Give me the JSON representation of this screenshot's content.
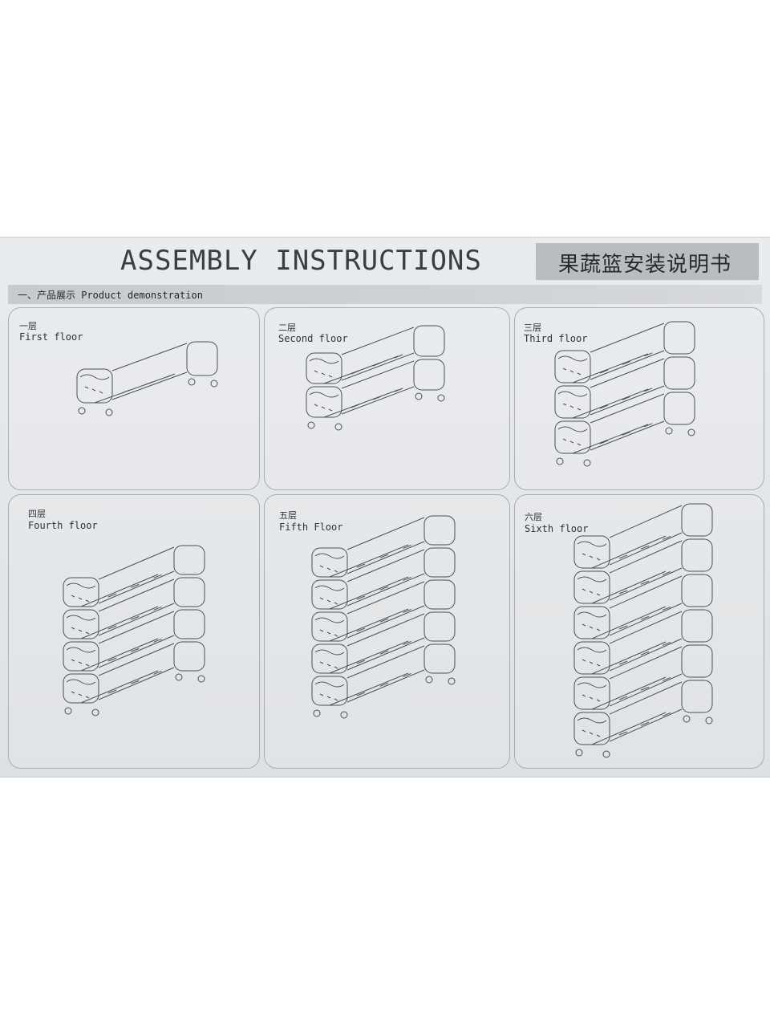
{
  "header": {
    "title_en": "ASSEMBLY INSTRUCTIONS",
    "title_cn": "果蔬篮安装说明书"
  },
  "section": {
    "title": "一、产品展示 Product demonstration"
  },
  "panels": [
    {
      "label_cn": "一层",
      "label_en": "First floor",
      "tiers": 1
    },
    {
      "label_cn": "二层",
      "label_en": "Second floor",
      "tiers": 2
    },
    {
      "label_cn": "三层",
      "label_en": "Third floor",
      "tiers": 3
    },
    {
      "label_cn": "四层",
      "label_en": "Fourth floor",
      "tiers": 4
    },
    {
      "label_cn": "五层",
      "label_en": "Fifth Floor",
      "tiers": 5
    },
    {
      "label_cn": "六层",
      "label_en": "Sixth floor",
      "tiers": 6
    }
  ]
}
